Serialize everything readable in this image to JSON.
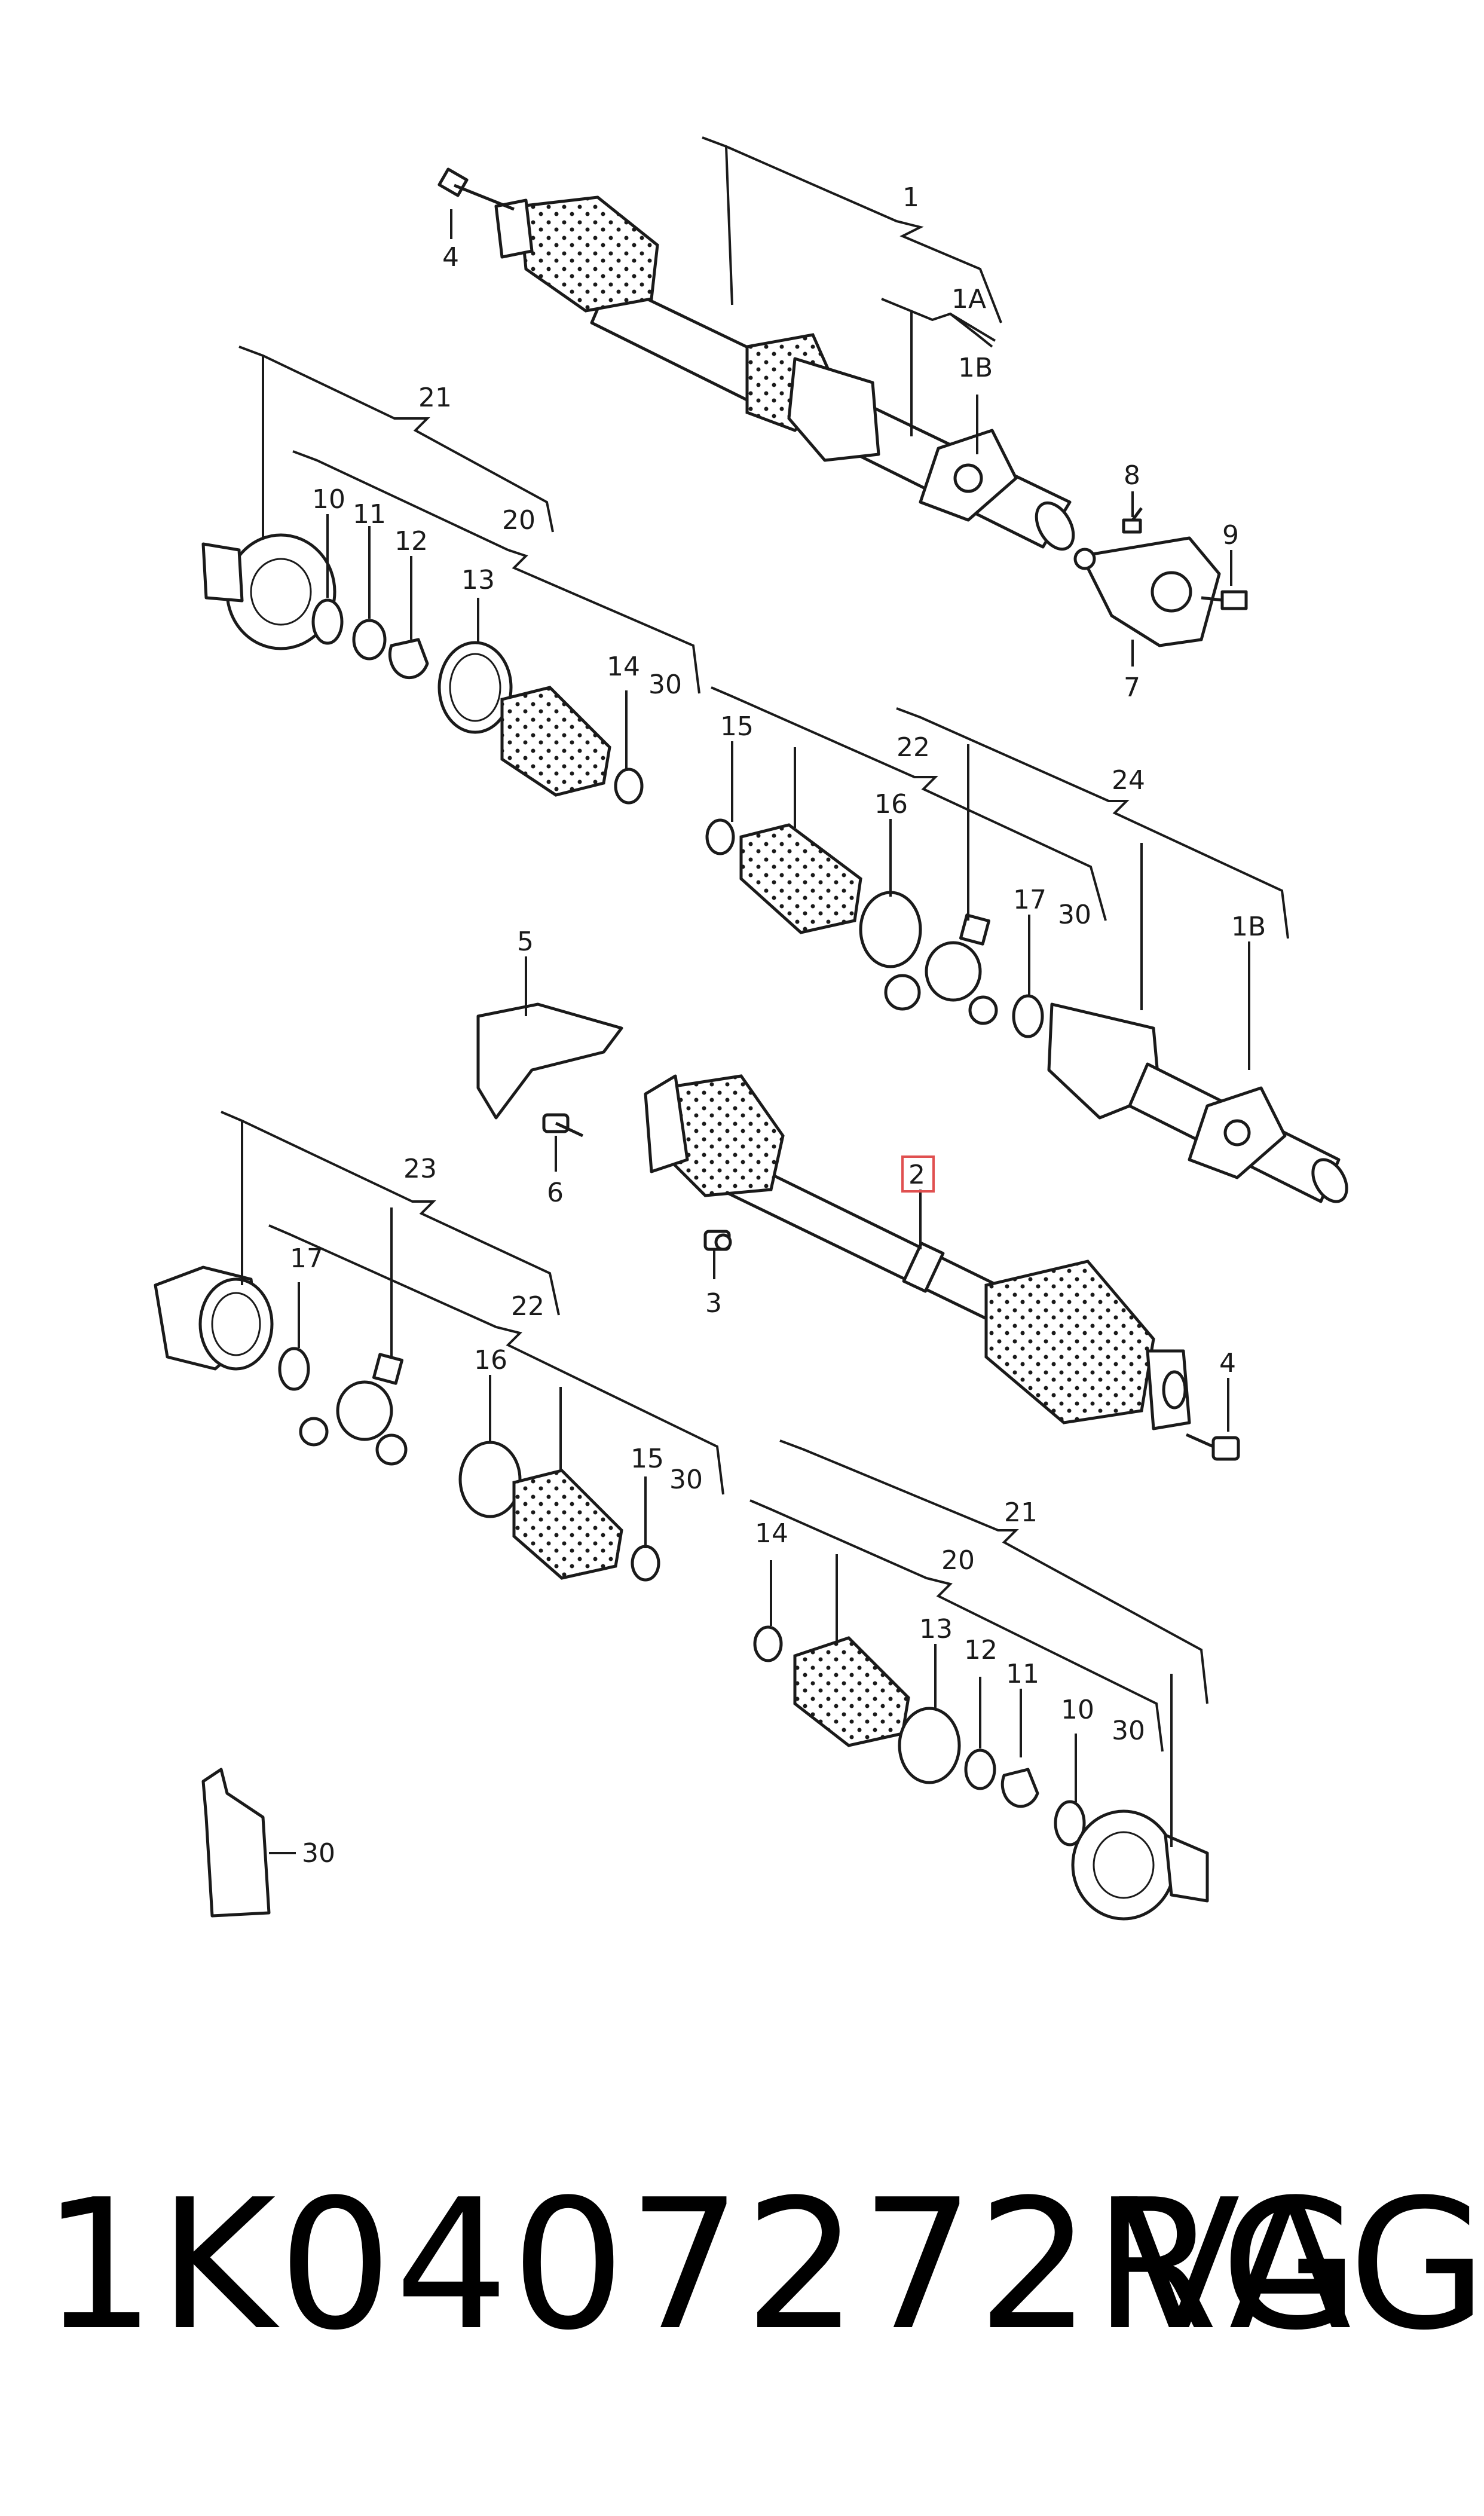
{
  "labels": {
    "c1": "1",
    "c1a": "1A",
    "c1b_top": "1B",
    "c4_top": "4",
    "c8": "8",
    "c9": "9",
    "c7": "7",
    "c21_top": "21",
    "c20_top": "20",
    "c10_top": "10",
    "c11_top": "11",
    "c12_top": "12",
    "c13_top": "13",
    "c14_top": "14",
    "c30_a": "30",
    "c15_top": "15",
    "c22_top": "22",
    "c24": "24",
    "c16_top": "16",
    "c17_top": "17",
    "c30_b": "30",
    "c1b_mid": "1B",
    "c5": "5",
    "c6": "6",
    "c2": "2",
    "c3": "3",
    "c4_mid": "4",
    "c23": "23",
    "c17_bot": "17",
    "c22_bot": "22",
    "c16_bot": "16",
    "c15_bot": "15",
    "c30_c": "30",
    "c21_bot": "21",
    "c14_bot": "14",
    "c20_bot": "20",
    "c13_bot": "13",
    "c12_bot": "12",
    "c11_bot": "11",
    "c10_bot": "10",
    "c30_d": "30",
    "c30_grease": "30"
  },
  "footer": {
    "part_number": "1K0407272RG",
    "brand": "VAG"
  },
  "colors": {
    "line": "#1a1a1a",
    "highlight": "#e05050",
    "background": "#ffffff"
  }
}
